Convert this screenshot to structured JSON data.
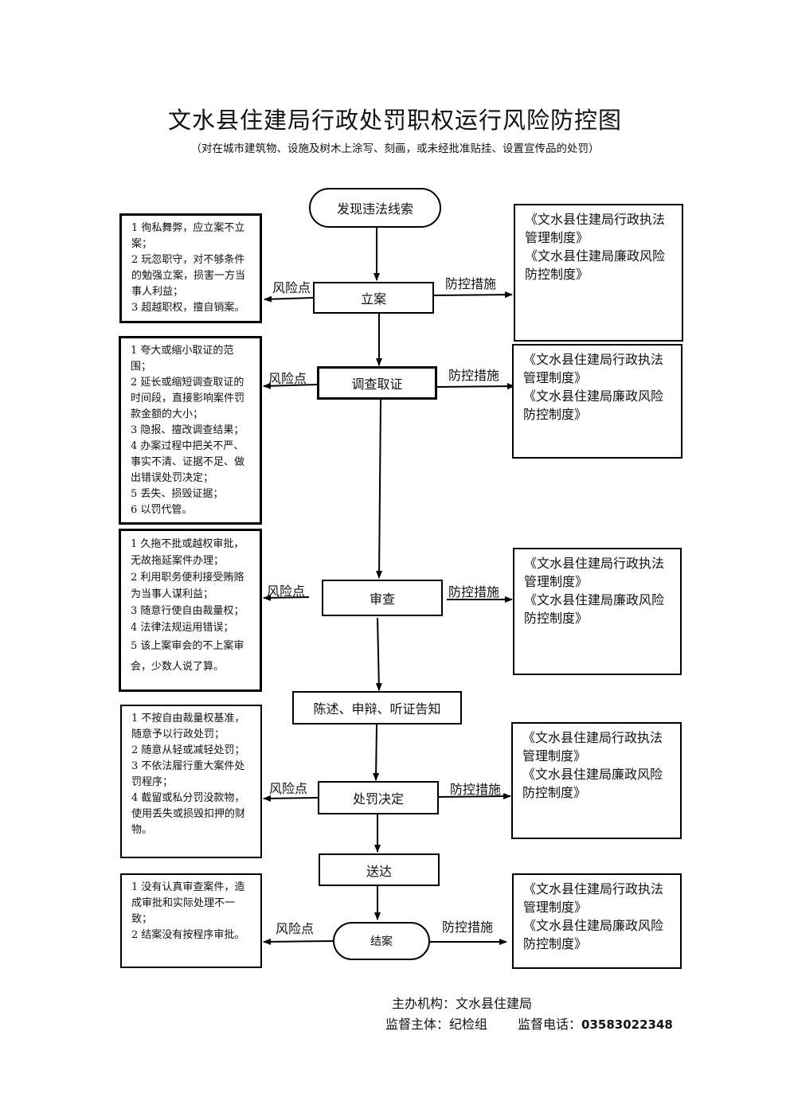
{
  "title": "文水县住建局行政处罚职权运行风险防控图",
  "subtitle": "（对在城市建筑物、设施及树木上涂写、刻画，或未经批准贴挂、设置宣传品的处罚）",
  "labels": {
    "risk": "风险点",
    "control": "防控措施"
  },
  "flow": {
    "start": "发现违法线索",
    "file_case": "立案",
    "investigate": "调查取证",
    "review": "审查",
    "notify": "陈述、申辩、听证告知",
    "decide": "处罚决定",
    "deliver": "送达",
    "close": "结案"
  },
  "risks": [
    [
      "1 徇私舞弊，应立案不立案；",
      "2 玩忽职守，对不够条件的勉强立案，损害一方当事人利益；",
      "3 超越职权，擅自销案。"
    ],
    [
      "1 夸大或缩小取证的范围；",
      "2 延长或缩短调查取证的时间段，直接影响案件罚款金额的大小；",
      "3 隐报、擅改调查结果；",
      "4 办案过程中把关不严、事实不清、证据不足、做出错误处罚决定；",
      "5 丢失、损毁证据；",
      "6 以罚代管。"
    ],
    [
      "1 久拖不批或越权审批，无故拖延案件办理；",
      "2 利用职务便利接受贿赂为当事人谋利益；",
      "3 随意行使自由裁量权；",
      "4 法律法规运用错误；",
      "5 该上案审会的不上案审会，少数人说了算。"
    ],
    [
      "1 不按自由裁量权基准，随意予以行政处罚；",
      "2 随意从轻或减轻处罚；",
      "3 不依法履行重大案件处罚程序；",
      "4 截留或私分罚没款物，使用丢失或损毁扣押的财物。"
    ],
    [
      "1 没有认真审查案件，造成审批和实际处理不一致；",
      "2 结案没有按程序审批。"
    ]
  ],
  "controls": [
    [
      "《文水县住建局行政执法管理制度》",
      "《文水县住建局廉政风险防控制度》"
    ],
    [
      "《文水县住建局行政执法管理制度》",
      "《文水县住建局廉政风险防控制度》"
    ],
    [
      "《文水县住建局行政执法管理制度》",
      "《文水县住建局廉政风险防控制度》"
    ],
    [
      "《文水县住建局行政执法管理制度》",
      "《文水县住建局廉政风险防控制度》"
    ],
    [
      "《文水县住建局行政执法管理制度》",
      "《文水县住建局廉政风险防控制度》"
    ]
  ],
  "footer": {
    "organizer": "主办机构：文水县住建局",
    "supervisor": "监督主体：纪检组",
    "phone_label": "监督电话：",
    "phone": "03583022348"
  }
}
